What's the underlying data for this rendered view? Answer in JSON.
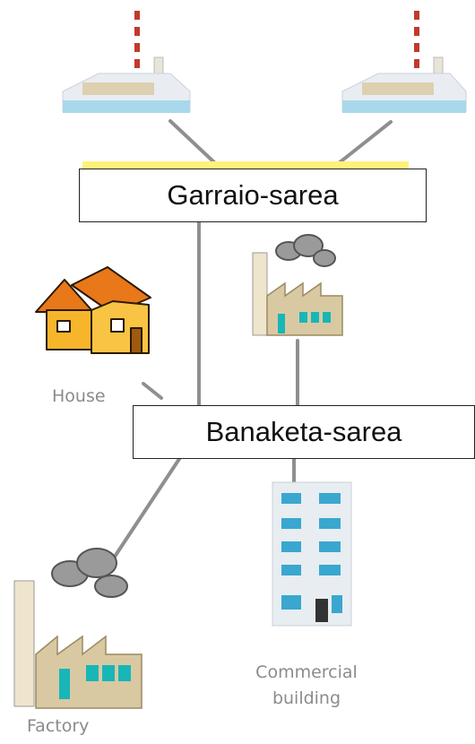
{
  "diagram": {
    "transmission_label": "Garraio-sarea",
    "distribution_label": "Banaketa-sarea",
    "house_label": "House",
    "commercial_label_line1": "Commercial",
    "commercial_label_line2": "building",
    "factory_label": "Factory"
  },
  "colors": {
    "line": "#8f8f8f",
    "box_border": "#222222",
    "label": "#8b8b8b",
    "house_wall": "#f7b52b",
    "house_roof": "#e8781a",
    "factory_wall": "#d8c9a3",
    "smoke": "#9a9a9a",
    "window": "#18b6b6",
    "tower": "#c13a2a"
  }
}
